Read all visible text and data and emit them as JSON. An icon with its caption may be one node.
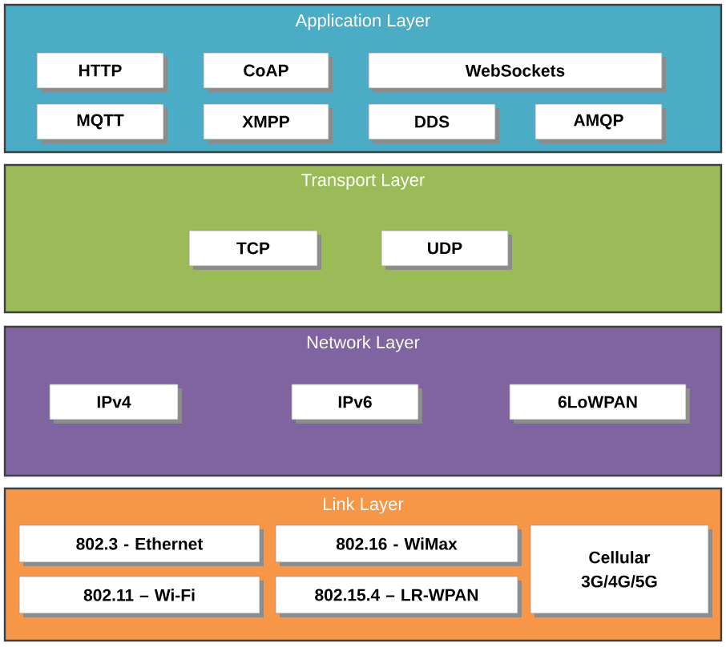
{
  "diagram": {
    "nodes": [
      {
        "text": [
          "Application Layer"
        ]
      },
      {
        "text": [
          "HTTP"
        ],
        "in": 0
      },
      {
        "text": [
          "CoAP"
        ],
        "in": 0
      },
      {
        "text": [
          "WebSockets"
        ],
        "in": 0
      },
      {
        "text": [
          "MQTT"
        ],
        "in": 0
      },
      {
        "text": [
          "XMPP"
        ],
        "in": 0
      },
      {
        "text": [
          "DDS"
        ],
        "in": 0
      },
      {
        "text": [
          "AMQP"
        ],
        "in": 0
      },
      {
        "text": [
          "Transport Layer"
        ]
      },
      {
        "text": [
          "TCP"
        ],
        "in": 8
      },
      {
        "text": [
          "UDP"
        ],
        "in": 8
      },
      {
        "text": [
          "Network Layer"
        ]
      },
      {
        "text": [
          "IPv4"
        ],
        "in": 11
      },
      {
        "text": [
          "IPv6"
        ],
        "in": 11
      },
      {
        "text": [
          "6LoWPAN"
        ],
        "in": 11
      },
      {
        "text": [
          "Link Layer"
        ]
      },
      {
        "text": [
          "802.3 - Ethernet"
        ],
        "in": 15
      },
      {
        "text": [
          "802.16 - WiMax"
        ],
        "in": 15
      },
      {
        "text": [
          "Cellular 3G/4G/5G"
        ],
        "in": 15
      },
      {
        "text": [
          "802.11 – Wi-Fi"
        ],
        "in": 15
      },
      {
        "text": [
          "802.15.4 – LR-WPAN"
        ],
        "in": 15
      }
    ],
    "edges": []
  }
}
